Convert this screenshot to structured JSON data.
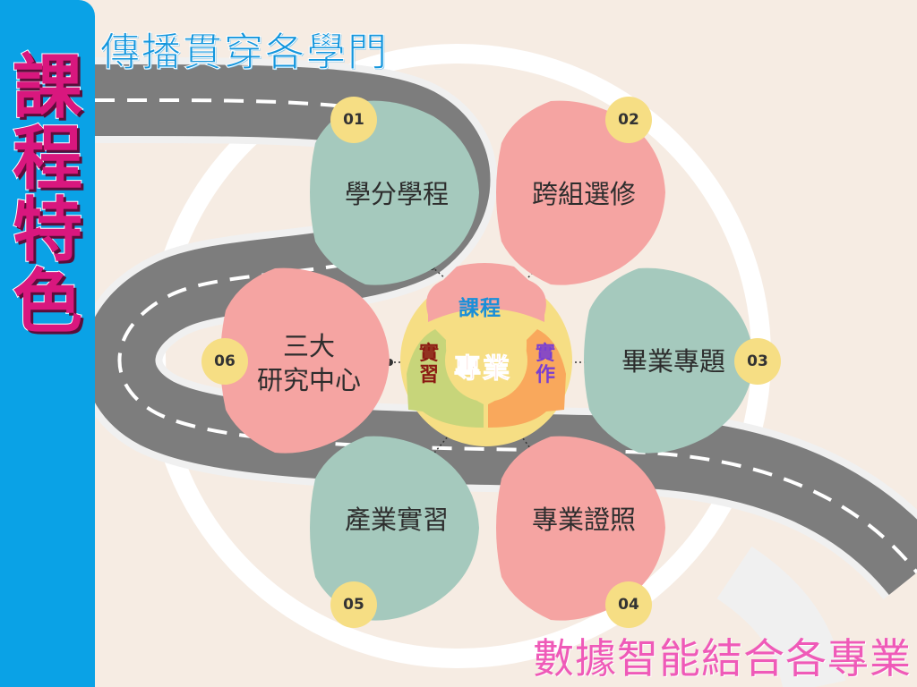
{
  "side_title": {
    "chars": [
      "課",
      "程",
      "特",
      "色"
    ]
  },
  "top_heading": "傳播貫穿各學門",
  "bottom_heading": "數據智能結合各專業",
  "center": {
    "core": "專業",
    "segments": {
      "kecheng": "課程",
      "shizuo": [
        "實",
        "作"
      ],
      "shixi": [
        "實",
        "習"
      ]
    }
  },
  "hexagons": [
    {
      "number": "01",
      "label": "學分學程"
    },
    {
      "number": "02",
      "label": "跨組選修"
    },
    {
      "number": "03",
      "label": "畢業專題"
    },
    {
      "number": "04",
      "label": "專業證照"
    },
    {
      "number": "05",
      "label": "產業實習"
    },
    {
      "number": "06",
      "label_lines": [
        "三大",
        "研究中心"
      ]
    }
  ],
  "colors": {
    "sidebar": "#0aa2e6",
    "title": "#d9177e",
    "top_heading": "#1496dd",
    "bottom_heading": "#ef5ab8",
    "hex_green": "#a5c9bd",
    "hex_pink": "#f5a4a2",
    "badge": "#f6de84",
    "road": "#7a7a7a",
    "background": "#f6ece3"
  }
}
